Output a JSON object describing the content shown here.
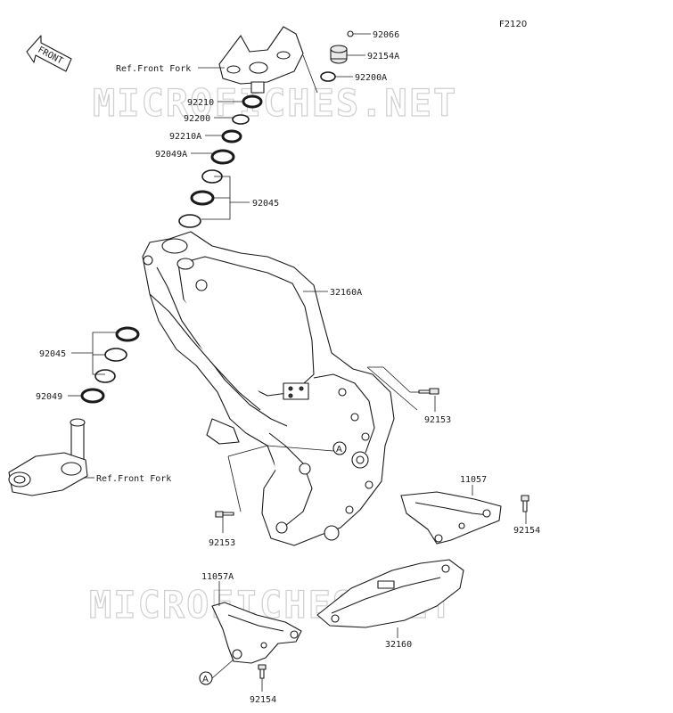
{
  "figure_code": "F2120",
  "front_arrow_label": "FRONT",
  "watermark": "MICROFICHES.NET",
  "callouts": {
    "c92066": "92066",
    "c92154A": "92154A",
    "c92200A": "92200A",
    "refFrontForkTop": "Ref.Front Fork",
    "c92210": "92210",
    "c92200": "92200",
    "c92210A": "92210A",
    "c92049A": "92049A",
    "c92045top": "92045",
    "c32160A": "32160A",
    "c92045left": "92045",
    "c92049": "92049",
    "c92153right": "92153",
    "refFrontForkBottom": "Ref.Front Fork",
    "c11057": "11057",
    "c92154right": "92154",
    "c92153bottom": "92153",
    "c11057A": "11057A",
    "c32160": "32160",
    "c92154bottom": "92154"
  },
  "reference_marker": "A"
}
